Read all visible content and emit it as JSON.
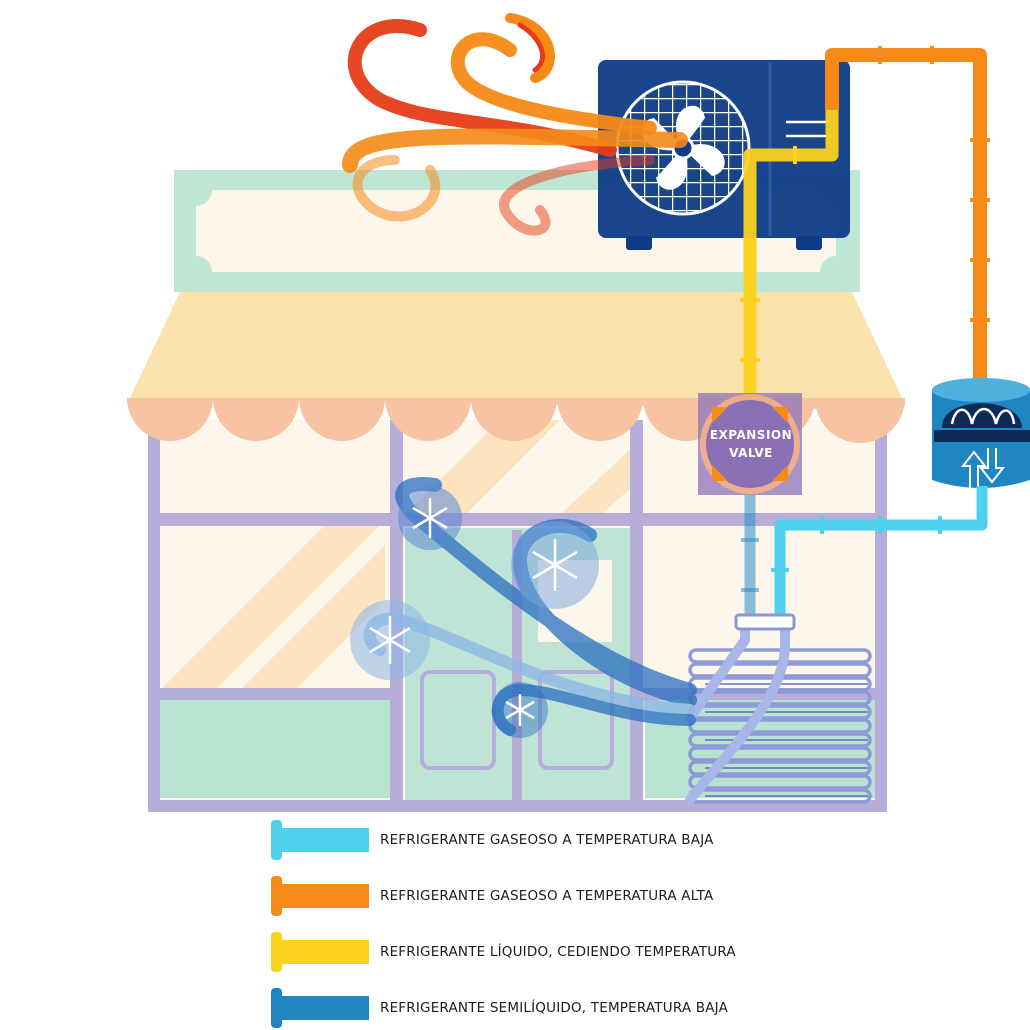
{
  "valve": {
    "line1": "EXPANSION",
    "line2": "VALVE"
  },
  "legend": [
    {
      "label": "REFRIGERANTE GASEOSO A TEMPERATURA BAJA",
      "color": "#4fd0ee"
    },
    {
      "label": "REFRIGERANTE GASEOSO A TEMPERATURA ALTA",
      "color": "#f58a17"
    },
    {
      "label": "REFRIGERANTE LÍQUIDO, CEDIENDO TEMPERATURA",
      "color": "#fcd21f"
    },
    {
      "label": "REFRIGERANTE SEMILÍQUIDO, TEMPERATURA BAJA",
      "color": "#1f86c2"
    }
  ],
  "colors": {
    "outdoor_unit": "#0e3b86",
    "store_frame": "#b6aed8",
    "sign": "#bfe6d5",
    "awning": "#fae2ad",
    "awning_scallop": "#f8c3a2",
    "warm_air": [
      "#e63c18",
      "#f58a17"
    ],
    "cold_air": "#2a6fc1"
  },
  "icons": [
    "fan-icon",
    "snowflake-icon",
    "compressor-icon",
    "heat-wave-icon",
    "cold-wave-icon"
  ]
}
